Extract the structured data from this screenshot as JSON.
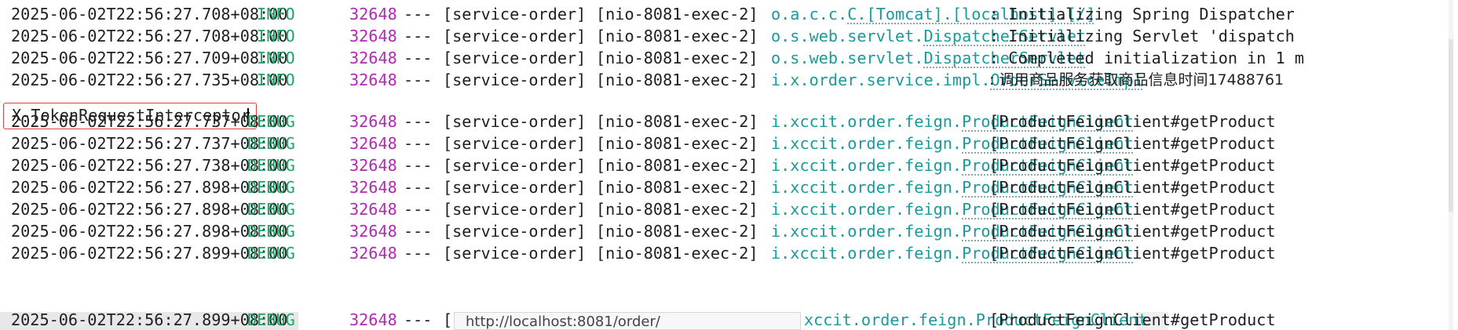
{
  "lines_before": [
    {
      "ts": "2025-06-02T22:56:27.708+08:00",
      "level": "INFO",
      "pid": "32648",
      "sep": "---",
      "service": "[service-order]",
      "thread": "[nio-8081-exec-2]",
      "logger_prefix": "o.a.c.c.",
      "logger_name": "C.[Tomcat].[localhost].[/]",
      "message": ": Initializing Spring Dispatcher"
    },
    {
      "ts": "2025-06-02T22:56:27.708+08:00",
      "level": "INFO",
      "pid": "32648",
      "sep": "---",
      "service": "[service-order]",
      "thread": "[nio-8081-exec-2]",
      "logger_prefix": "o.s.web.servlet.",
      "logger_name": "DispatcherServlet",
      "message": ": Initializing Servlet 'dispatch"
    },
    {
      "ts": "2025-06-02T22:56:27.709+08:00",
      "level": "INFO",
      "pid": "32648",
      "sep": "---",
      "service": "[service-order]",
      "thread": "[nio-8081-exec-2]",
      "logger_prefix": "o.s.web.servlet.",
      "logger_name": "DispatcherServlet",
      "message": ": Completed initialization in 1 m"
    },
    {
      "ts": "2025-06-02T22:56:27.735+08:00",
      "level": "INFO",
      "pid": "32648",
      "sep": "---",
      "service": "[service-order]",
      "thread": "[nio-8081-exec-2]",
      "logger_prefix": "i.x.order.service.impl.",
      "logger_name": "OrderServiceImpl",
      "message": ": 调用商品服务获取商品信息时间17488761"
    }
  ],
  "input_line": {
    "value": "X-TokenRequestInterceptor"
  },
  "lines_after": [
    {
      "ts": "2025-06-02T22:56:27.737+08:00",
      "level": "DEBUG",
      "pid": "32648",
      "sep": "---",
      "service": "[service-order]",
      "thread": "[nio-8081-exec-2]",
      "logger_prefix": "i.xccit.order.feign.",
      "logger_name": "ProductFeignClient",
      "message": "[ProductFeignClient#getProduct"
    },
    {
      "ts": "2025-06-02T22:56:27.737+08:00",
      "level": "DEBUG",
      "pid": "32648",
      "sep": "---",
      "service": "[service-order]",
      "thread": "[nio-8081-exec-2]",
      "logger_prefix": "i.xccit.order.feign.",
      "logger_name": "ProductFeignClient",
      "message": "[ProductFeignClient#getProduct"
    },
    {
      "ts": "2025-06-02T22:56:27.738+08:00",
      "level": "DEBUG",
      "pid": "32648",
      "sep": "---",
      "service": "[service-order]",
      "thread": "[nio-8081-exec-2]",
      "logger_prefix": "i.xccit.order.feign.",
      "logger_name": "ProductFeignClient",
      "message": "[ProductFeignClient#getProduct"
    },
    {
      "ts": "2025-06-02T22:56:27.898+08:00",
      "level": "DEBUG",
      "pid": "32648",
      "sep": "---",
      "service": "[service-order]",
      "thread": "[nio-8081-exec-2]",
      "logger_prefix": "i.xccit.order.feign.",
      "logger_name": "ProductFeignClient",
      "message": "[ProductFeignClient#getProduct"
    },
    {
      "ts": "2025-06-02T22:56:27.898+08:00",
      "level": "DEBUG",
      "pid": "32648",
      "sep": "---",
      "service": "[service-order]",
      "thread": "[nio-8081-exec-2]",
      "logger_prefix": "i.xccit.order.feign.",
      "logger_name": "ProductFeignClient",
      "message": "[ProductFeignClient#getProduct"
    },
    {
      "ts": "2025-06-02T22:56:27.898+08:00",
      "level": "DEBUG",
      "pid": "32648",
      "sep": "---",
      "service": "[service-order]",
      "thread": "[nio-8081-exec-2]",
      "logger_prefix": "i.xccit.order.feign.",
      "logger_name": "ProductFeignClient",
      "message": "[ProductFeignClient#getProduct"
    },
    {
      "ts": "2025-06-02T22:56:27.899+08:00",
      "level": "DEBUG",
      "pid": "32648",
      "sep": "---",
      "service": "[service-order]",
      "thread": "[nio-8081-exec-2]",
      "logger_prefix": "i.xccit.order.feign.",
      "logger_name": "ProductFeignClient",
      "message": "[ProductFeignClient#getProduct"
    }
  ],
  "partial_line": {
    "ts": "2025-06-02T22:56:27.899+08:00",
    "level": "DEBUG",
    "pid": "32648",
    "sep": "---",
    "service_fragment": "[s",
    "logger_fragment": "xccit.order.feign.ProductFeignClient",
    "message": "[ProductFeignClient#getProduct"
  },
  "tooltip": {
    "text": "http://localhost:8081/order/"
  },
  "colors": {
    "level": "#21a366",
    "pid": "#b12ab3",
    "logger": "#1a9a9a",
    "input_border": "#e04040"
  }
}
